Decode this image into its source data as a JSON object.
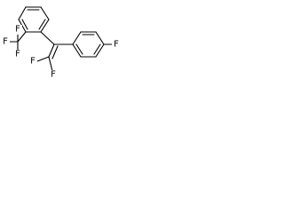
{
  "structure": {
    "atom_labels": {
      "f_aryl": "F",
      "f_cf3_top": "F",
      "f_cf3_left": "F",
      "f_cf3_bottom": "F",
      "f_vinyl_left": "F",
      "f_vinyl_bottom": "F"
    },
    "colors": {
      "bond": "#000000",
      "label": "#000000",
      "background": "#ffffff"
    }
  }
}
